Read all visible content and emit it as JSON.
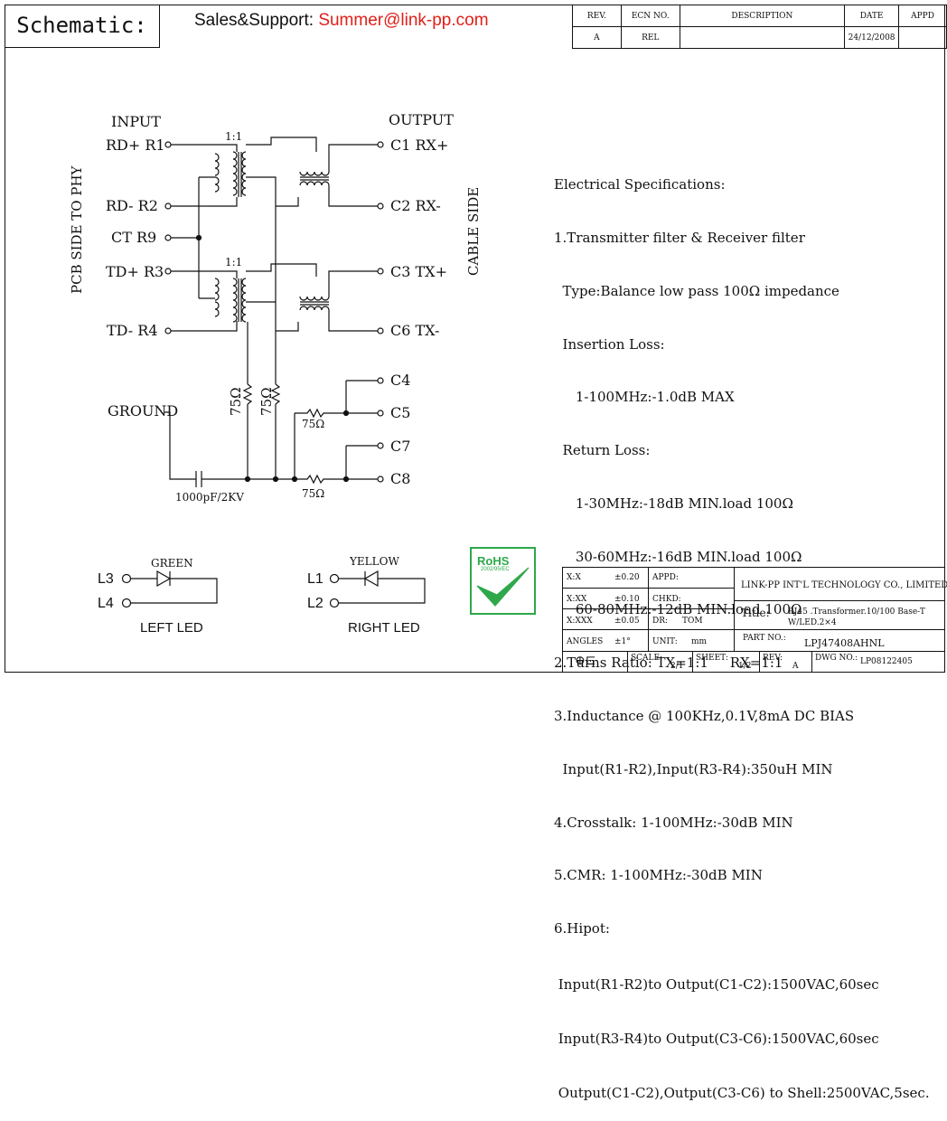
{
  "header": {
    "schematic_label": "Schematic:",
    "sales_label": "Sales&Support:",
    "sales_email": "Summer@link-pp.com"
  },
  "revision_table": {
    "headers": [
      "REV.",
      "ECN NO.",
      "DESCRIPTION",
      "DATE",
      "APPD"
    ],
    "row": [
      "A",
      "REL",
      "",
      "24/12/2008",
      ""
    ]
  },
  "schematic": {
    "input_label": "INPUT",
    "output_label": "OUTPUT",
    "pcb_side": "PCB SIDE TO PHY",
    "cable_side": "CABLE SIDE",
    "ratio_top": "1:1",
    "ratio_bottom": "1:1",
    "left_pins": [
      "RD+ R1",
      "RD- R2",
      "CT R9",
      "TD+ R3",
      "TD- R4"
    ],
    "right_pins": [
      "C1 RX+",
      "C2 RX-",
      "C3 TX+",
      "C6 TX-",
      "C4",
      "C5",
      "C7",
      "C8"
    ],
    "ground": "GROUND",
    "res1": "75Ω",
    "res2": "75Ω",
    "res3": "75Ω",
    "res4": "75Ω",
    "cap": "1000pF/2KV"
  },
  "leds": {
    "left": {
      "color": "GREEN",
      "pin1": "L3",
      "pin2": "L4",
      "title": "LEFT LED"
    },
    "right": {
      "color": "YELLOW",
      "pin1": "L1",
      "pin2": "L2",
      "title": "RIGHT LED"
    }
  },
  "rohs": {
    "label": "RoHS",
    "sub": "2002/95/EC",
    "color": "#2ea84a"
  },
  "spec": {
    "lines": [
      "Electrical Specifications:",
      "1.Transmitter filter & Receiver filter",
      "  Type:Balance low pass 100Ω impedance",
      "  Insertion Loss:",
      "     1-100MHz:-1.0dB MAX",
      "  Return Loss:",
      "     1-30MHz:-18dB MIN.load 100Ω",
      "     30-60MHz:-16dB MIN.load 100Ω",
      "     60-80MHz:-12dB MIN.load 100Ω",
      "2.Turns Ratio: TX=1:1     RX=1:1",
      "3.Inductance @ 100KHz,0.1V,8mA DC BIAS",
      "  Input(R1-R2),Input(R3-R4):350uH MIN",
      "4.Crosstalk: 1-100MHz:-30dB MIN",
      "5.CMR: 1-100MHz:-30dB MIN",
      "6.Hipot:",
      " Input(R1-R2)to Output(C1-C2):1500VAC,60sec",
      " Input(R3-R4)to Output(C3-C6):1500VAC,60sec",
      " Output(C1-C2),Output(C3-C6) to Shell:2500VAC,5sec."
    ]
  },
  "title_block": {
    "tol1_label": "X:X",
    "tol1_value": "±0.20",
    "tol2_label": "X:XX",
    "tol2_value": "±0.10",
    "tol3_label": "X:XXX",
    "tol3_value": "±0.05",
    "angles_label": "ANGLES",
    "angles_value": "±1°",
    "appd": "APPD:",
    "chkd": "CHKD:",
    "dr": "DR:",
    "dr_value": "TOM",
    "unit": "UNIT:",
    "unit_value": "mm",
    "company": "LINK-PP INT'L TECHNOLOGY CO., LIMITED",
    "title_label": "Title:",
    "title_value_1": "RJ45 .Transformer.10/100 Base-T",
    "title_value_2": "W/LED.2×4",
    "part_no_label": "PART NO.:",
    "part_no": "LPJ47408AHNL",
    "scale_label": "SCALE:",
    "scale": "2/1",
    "sheet_label": "SHEET:",
    "sheet": "1/2",
    "rev_label": "REV:",
    "rev": "A",
    "dwg_label": "DWG NO.:",
    "dwg": "LP08122405"
  }
}
